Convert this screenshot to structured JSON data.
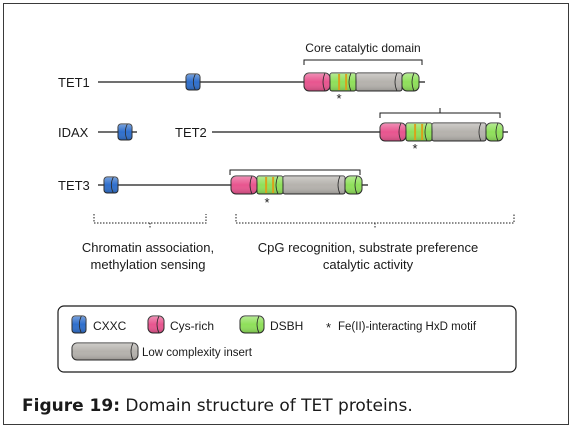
{
  "labels": {
    "core_domain": "Core catalytic domain",
    "tet1": "TET1",
    "idax": "IDAX",
    "tet2": "TET2",
    "tet3": "TET3",
    "star": "*",
    "region_left_line1": "Chromatin association,",
    "region_left_line2": "methylation sensing",
    "region_right_line1": "CpG recognition, substrate preference",
    "region_right_line2": "catalytic activity"
  },
  "legend": {
    "cxxc": "CXXC",
    "cys_rich": "Cys-rich",
    "dsbh": "DSBH",
    "star": "*",
    "fe_motif": "Fe(II)-interacting HxD motif",
    "low_complexity": "Low complexity insert"
  },
  "colors": {
    "cxxc": "#2f6fcc",
    "cys_rich": "#e8558f",
    "dsbh": "#8fe05a",
    "low_complexity": "#b5b2ad",
    "hxd_stripe": "#d9a11c",
    "line": "#1a1a1a"
  },
  "caption": {
    "label": "Figure 19:",
    "text": " Domain structure of TET proteins."
  }
}
